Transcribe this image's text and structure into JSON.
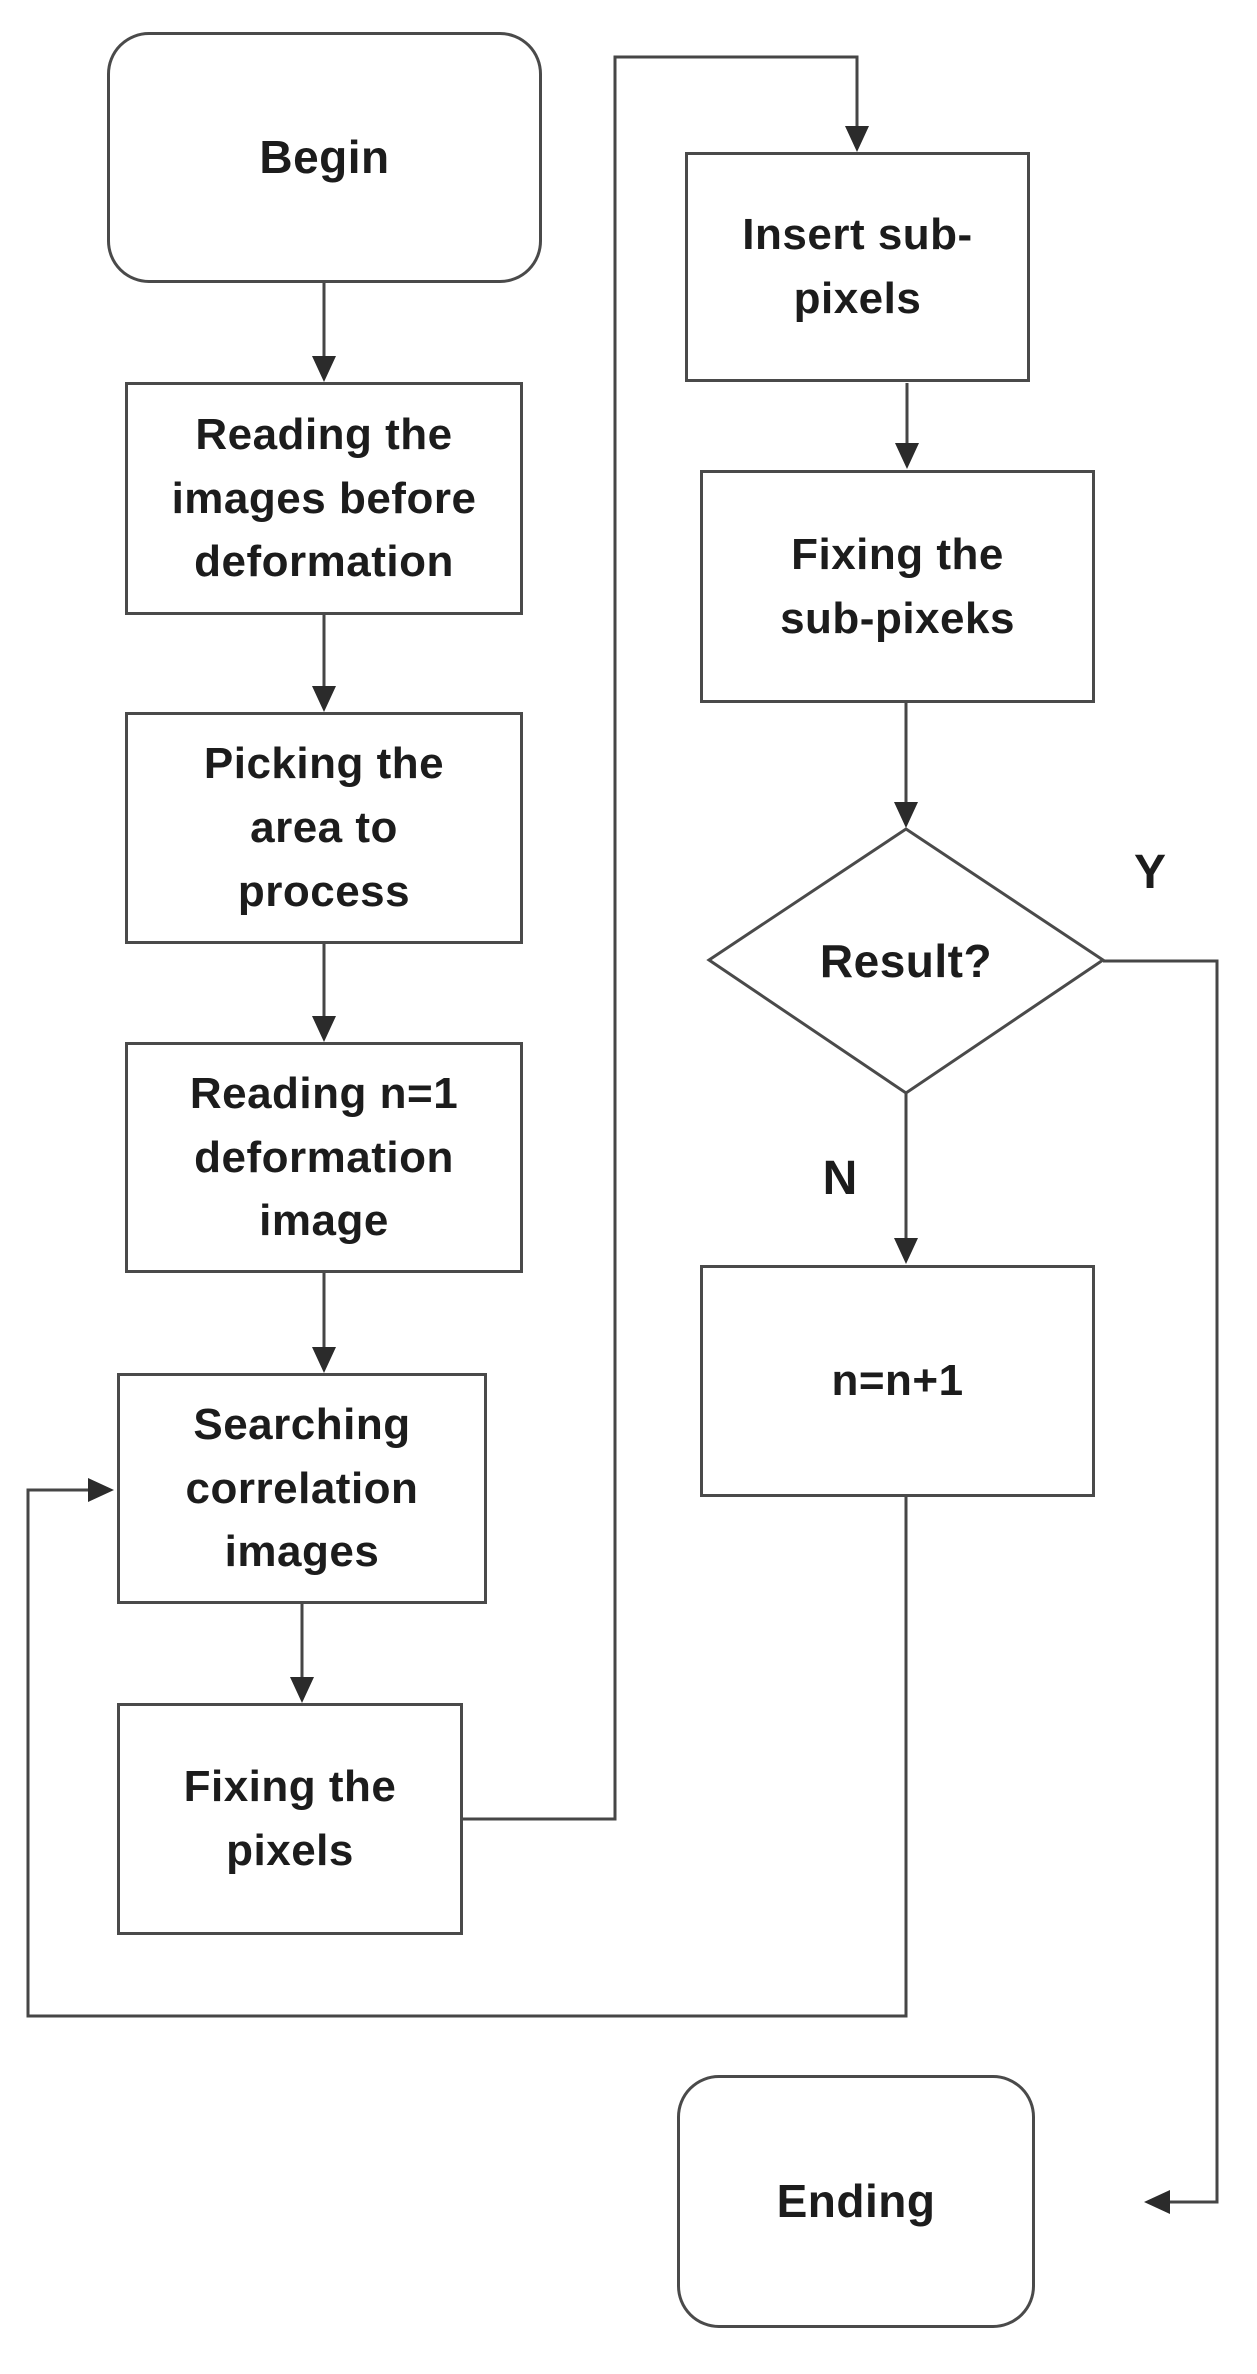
{
  "flowchart": {
    "colors": {
      "background": "#ffffff",
      "line": "#464646",
      "border": "#4a4a4a",
      "text": "#1c1c1c",
      "arrowhead": "#2b2b2b"
    },
    "nodes": [
      {
        "id": "begin",
        "type": "terminator",
        "label": "Begin"
      },
      {
        "id": "read-before",
        "type": "process",
        "label": "Reading the\nimages before\ndeformation"
      },
      {
        "id": "pick-area",
        "type": "process",
        "label": "Picking the\narea to\nprocess"
      },
      {
        "id": "read-n1",
        "type": "process",
        "label": "Reading n=1\ndeformation\nimage"
      },
      {
        "id": "search-corr",
        "type": "process",
        "label": "Searching\ncorrelation\nimages"
      },
      {
        "id": "fix-pixels",
        "type": "process",
        "label": "Fixing the\npixels"
      },
      {
        "id": "insert-subpixels",
        "type": "process",
        "label": "Insert sub-\npixels"
      },
      {
        "id": "fix-subpixels",
        "type": "process",
        "label": "Fixing the\nsub-pixeks"
      },
      {
        "id": "result",
        "type": "decision",
        "label": "Result?"
      },
      {
        "id": "increment",
        "type": "process",
        "label": "n=n+1"
      },
      {
        "id": "ending",
        "type": "terminator",
        "label": "Ending"
      }
    ],
    "edges": [
      {
        "from": "begin",
        "to": "read-before",
        "label": ""
      },
      {
        "from": "read-before",
        "to": "pick-area",
        "label": ""
      },
      {
        "from": "pick-area",
        "to": "read-n1",
        "label": ""
      },
      {
        "from": "read-n1",
        "to": "search-corr",
        "label": ""
      },
      {
        "from": "search-corr",
        "to": "fix-pixels",
        "label": ""
      },
      {
        "from": "fix-pixels",
        "to": "insert-subpixels",
        "label": ""
      },
      {
        "from": "insert-subpixels",
        "to": "fix-subpixels",
        "label": ""
      },
      {
        "from": "fix-subpixels",
        "to": "result",
        "label": ""
      },
      {
        "from": "result",
        "to": "increment",
        "label": "N"
      },
      {
        "from": "increment",
        "to": "search-corr",
        "label": ""
      },
      {
        "from": "result",
        "to": "ending",
        "label": "Y"
      }
    ]
  }
}
